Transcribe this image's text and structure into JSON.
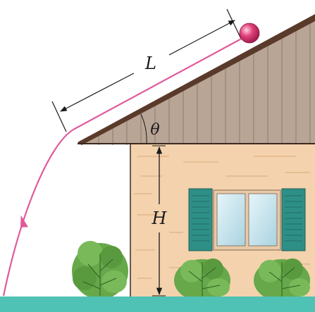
{
  "labels": {
    "length": "L",
    "angle": "θ",
    "height": "H"
  },
  "colors": {
    "ball": "#e0407a",
    "trajectory": "#e05a9a",
    "roof_shingles": "#b9a596",
    "roof_edge": "#5a3a2a",
    "wall": "#f3d2ad",
    "ground": "#4fc2b5",
    "shutter": "#2e8f86",
    "window_glass": "#c7e6ef",
    "bush": "#67a84a"
  }
}
